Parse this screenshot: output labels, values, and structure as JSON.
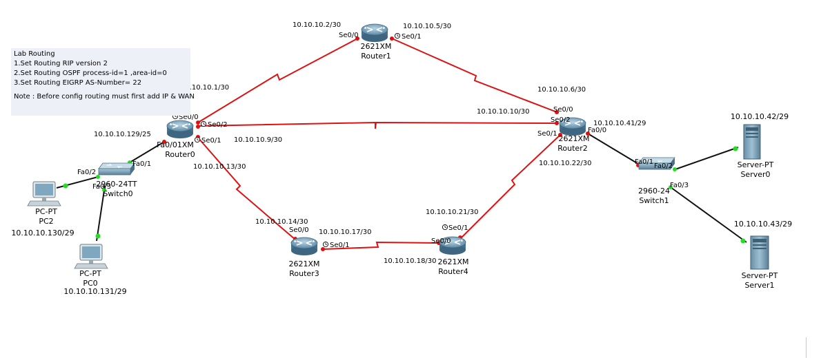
{
  "note": {
    "title": "Lab Routing",
    "lines": [
      "1.Set Routing RIP version 2",
      "2.Set Routing OSPF process-id=1 ,area-id=0",
      "3.Set Routing EIGRP AS-Number= 22"
    ],
    "footer": "Note :  Before config routing must first add IP & WAN"
  },
  "devices": {
    "router1": {
      "model": "2621XM",
      "name": "Router1"
    },
    "router0": {
      "model": "Fa0/01XM",
      "name": "Router0"
    },
    "router2": {
      "model": "2621XM",
      "name": "Router2"
    },
    "router3": {
      "model": "2621XM",
      "name": "Router3"
    },
    "router4": {
      "model": "2621XM",
      "name": "Router4"
    },
    "switch0": {
      "model": "2960-24TT",
      "name": "Switch0"
    },
    "switch1": {
      "model": "2960-24",
      "name": "Switch1"
    },
    "pc2": {
      "type": "PC-PT",
      "name": "PC2",
      "ip": "10.10.10.130/29"
    },
    "pc0": {
      "type": "PC-PT",
      "name": "PC0",
      "ip": "10.10.10.131/29"
    },
    "server0": {
      "type": "Server-PT",
      "name": "Server0",
      "ip": "10.10.10.42/29"
    },
    "server1": {
      "type": "Server-PT",
      "name": "Server1",
      "ip": "10.10.10.43/29"
    }
  },
  "ips": {
    "r1_se00": "10.10.10.2/30",
    "r1_se01": "10.10.10.5/30",
    "r0_se00": "10.10.10.1/30",
    "r0_se02": "10.10.10.9/30",
    "r0_se01": "10.10.10.13/30",
    "r0_fa00": "10.10.10.129/25",
    "r2_se00": "10.10.10.6/30",
    "r2_se02": "10.10.10.10/30",
    "r2_fa00": "10.10.10.41/29",
    "r2_se01": "10.10.10.22/30",
    "r3_se00": "10.10.10.14/30",
    "r3_se01": "10.10.10.17/30",
    "r4_se00": "10.10.10.18/30",
    "r4_se01": "10.10.10.21/30"
  },
  "ports": {
    "se00": "Se0/0",
    "se01": "Se0/1",
    "se02": "Se0/2",
    "fa00": "Fa0/0",
    "fa01": "Fa0/1",
    "fa02": "Fa0/2",
    "fa03": "Fa0/3"
  },
  "colors": {
    "serial_link": "#dd1111",
    "ethernet_link": "#111111",
    "port_up": "#22dd22",
    "router_body": "#5c8aa6",
    "note_bg": "#eef0f8"
  }
}
